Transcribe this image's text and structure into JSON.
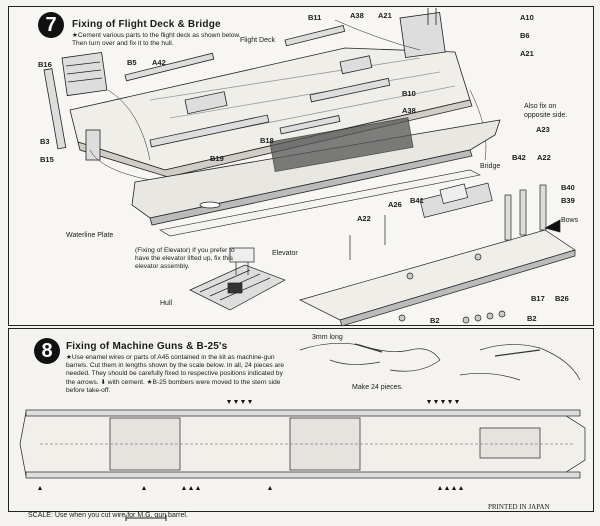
{
  "step7": {
    "number": "7",
    "title": "Fixing of Flight Deck & Bridge",
    "note": "★Cement various parts to the flight deck as shown below. Then turn over and fix it to the hull.",
    "elevator_note": "(Fixing of Elevator) If you prefer to have the elevator lifted up, fix this elevator assembly.",
    "labels": {
      "b11": "B11",
      "a38_top": "A38",
      "a21_top": "A21",
      "a10": "A10",
      "b6": "B6",
      "a21_mid": "A21",
      "flight_deck": "Flight Deck",
      "b16": "B16",
      "b5": "B5",
      "a42": "A42",
      "b10": "B10",
      "a38_mid": "A38",
      "also_fix": "Also fix on opposite side.",
      "a23": "A23",
      "b3": "B3",
      "b15": "B15",
      "b19": "B19",
      "b18": "B18",
      "bridge": "Bridge",
      "b42": "B42",
      "a22_r": "A22",
      "b40": "B40",
      "b39": "B39",
      "a26": "A26",
      "b41": "B41",
      "a22_l": "A22",
      "bows": "Bows",
      "waterline_plate": "Waterline Plate",
      "elevator": "Elevator",
      "hull": "Hull",
      "b17": "B17",
      "b26": "B26",
      "b2_a": "B2",
      "b2_b": "B2"
    }
  },
  "step8": {
    "number": "8",
    "title": "Fixing of Machine Guns & B-25's",
    "note": "★Use enamel wires or parts of A45 contained in the kit as machine-gun barrels. Cut them in lengths shown by the scale below. In all, 24 pieces are needed. They should be carefully fixed to respective positions indicated by the arrows. ⬇ with cement. ★B-25 bombers were moved to the stern side before take-off.",
    "three_mm": "3mm long",
    "make_pieces": "Make 24 pieces."
  },
  "footer": {
    "scale": "SCALE: Use when you cut wire for M.G. gun barrel.",
    "printed": "PRINTED IN JAPAN"
  }
}
